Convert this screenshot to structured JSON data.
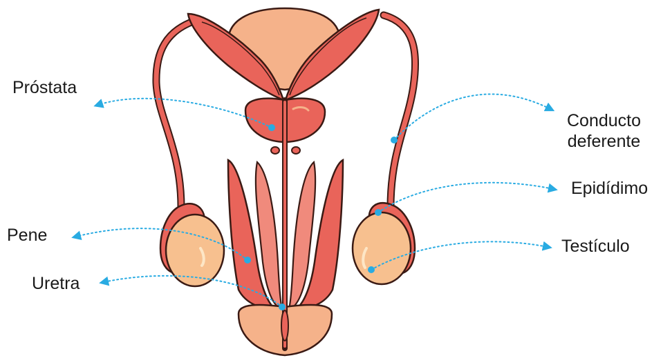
{
  "labels": {
    "prostata": "Próstata",
    "conducto_line1": "Conducto",
    "conducto_line2": "deferente",
    "epididimo": "Epidídimo",
    "pene": "Pene",
    "testiculo": "Testículo",
    "uretra": "Uretra"
  },
  "colors": {
    "outline": "#3a1a14",
    "tissue_red": "#e9645a",
    "tissue_light": "#f08a7c",
    "bladder": "#f5b28a",
    "testis": "#f7c08f",
    "leader_line": "#29abe2"
  }
}
